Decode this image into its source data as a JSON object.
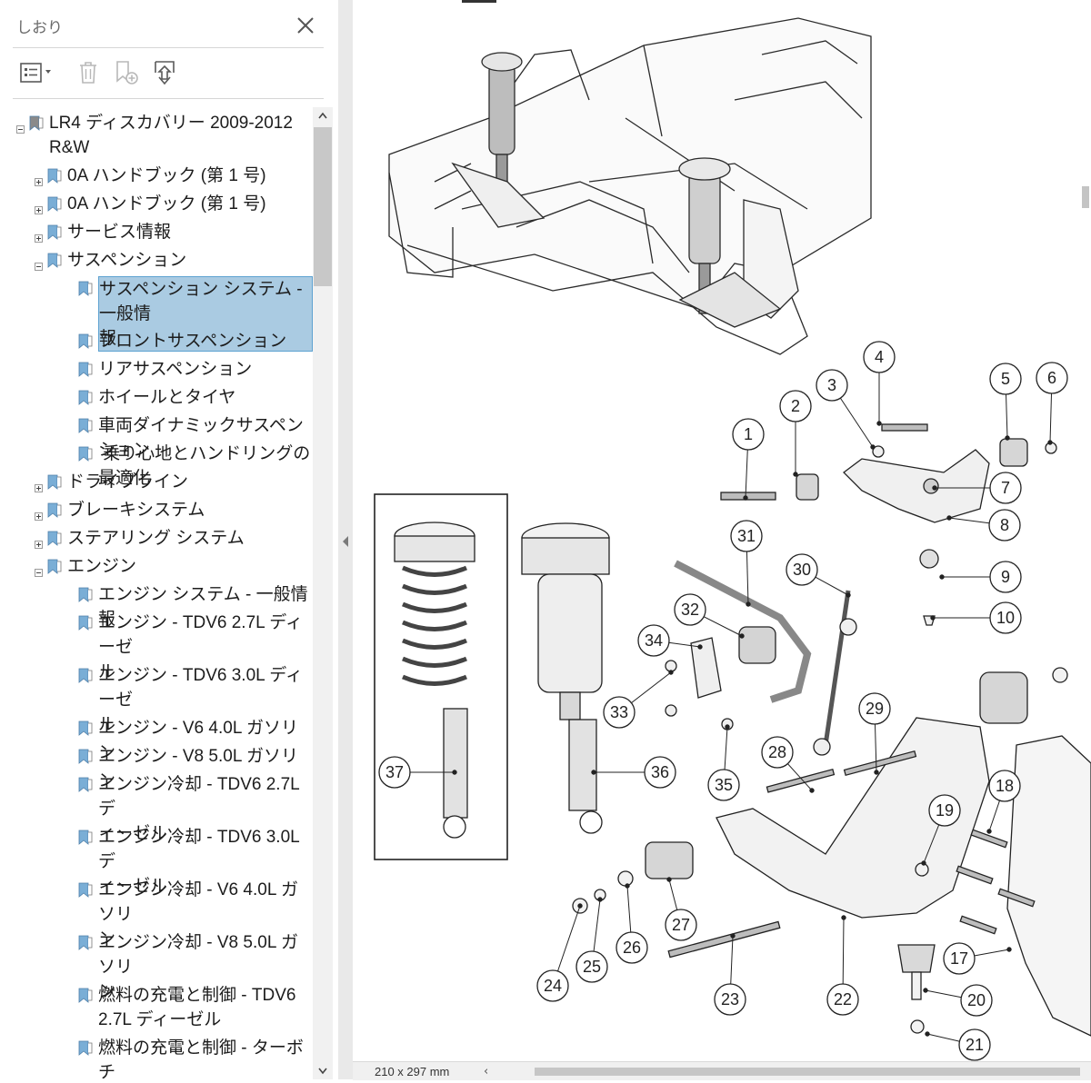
{
  "sidebar": {
    "title": "しおり",
    "icons": {
      "close": "close-icon",
      "options": "list-options-icon",
      "delete": "trash-icon",
      "add_bookmark": "add-bookmark-icon",
      "find_bookmark": "find-current-bookmark-icon"
    },
    "items": [
      {
        "label": "LR4 ディスカバリー 2009-2012\nR&W",
        "level": 0,
        "expander": "minus",
        "icon": "bookmark-root-icon",
        "selected": false
      },
      {
        "label": "0A ハンドブック (第 1 号)",
        "level": 1,
        "expander": "plus",
        "icon": "bookmark-icon",
        "selected": false
      },
      {
        "label": "0A ハンドブック (第 1 号)",
        "level": 1,
        "expander": "plus",
        "icon": "bookmark-icon",
        "selected": false
      },
      {
        "label": "サービス情報",
        "level": 1,
        "expander": "plus",
        "icon": "bookmark-icon",
        "selected": false
      },
      {
        "label": "サスペンション",
        "level": 1,
        "expander": "minus",
        "icon": "bookmark-icon",
        "selected": false
      },
      {
        "label": "サスペンション システム - 一般情\n報",
        "level": 2,
        "expander": "none",
        "icon": "bookmark-icon",
        "selected": true
      },
      {
        "label": "フロントサスペンション",
        "level": 2,
        "expander": "none",
        "icon": "bookmark-icon",
        "selected": false
      },
      {
        "label": "リアサスペンション",
        "level": 2,
        "expander": "none",
        "icon": "bookmark-icon",
        "selected": false
      },
      {
        "label": "ホイールとタイヤ",
        "level": 2,
        "expander": "none",
        "icon": "bookmark-icon",
        "selected": false
      },
      {
        "label": "車両ダイナミックサスペンション",
        "level": 2,
        "expander": "none",
        "icon": "bookmark-icon",
        "selected": false
      },
      {
        "label": " 乗り心地とハンドリングの最適化",
        "level": 2,
        "expander": "none",
        "icon": "bookmark-icon",
        "selected": false
      },
      {
        "label": "ドライブライン",
        "level": 1,
        "expander": "plus",
        "icon": "bookmark-icon",
        "selected": false
      },
      {
        "label": "ブレーキシステム",
        "level": 1,
        "expander": "plus",
        "icon": "bookmark-icon",
        "selected": false
      },
      {
        "label": "ステアリング システム",
        "level": 1,
        "expander": "plus",
        "icon": "bookmark-icon",
        "selected": false
      },
      {
        "label": "エンジン",
        "level": 1,
        "expander": "minus",
        "icon": "bookmark-icon",
        "selected": false
      },
      {
        "label": "エンジン システム - 一般情報",
        "level": 2,
        "expander": "none",
        "icon": "bookmark-icon",
        "selected": false
      },
      {
        "label": "エンジン - TDV6 2.7L ディーゼ\nル",
        "level": 2,
        "expander": "none",
        "icon": "bookmark-icon",
        "selected": false
      },
      {
        "label": "エンジン - TDV6 3.0L ディーゼ\nル",
        "level": 2,
        "expander": "none",
        "icon": "bookmark-icon",
        "selected": false
      },
      {
        "label": "エンジン - V6 4.0L ガソリン",
        "level": 2,
        "expander": "none",
        "icon": "bookmark-icon",
        "selected": false
      },
      {
        "label": "エンジン - V8 5.0L ガソリン",
        "level": 2,
        "expander": "none",
        "icon": "bookmark-icon",
        "selected": false
      },
      {
        "label": "エンジン冷却 - TDV6 2.7L デ\nィーゼル",
        "level": 2,
        "expander": "none",
        "icon": "bookmark-icon",
        "selected": false
      },
      {
        "label": "エンジン冷却 - TDV6 3.0L デ\nィーゼル",
        "level": 2,
        "expander": "none",
        "icon": "bookmark-icon",
        "selected": false
      },
      {
        "label": "エンジン冷却 - V6 4.0L ガソリ\nン",
        "level": 2,
        "expander": "none",
        "icon": "bookmark-icon",
        "selected": false
      },
      {
        "label": "エンジン冷却 - V8 5.0L ガソリ\nン",
        "level": 2,
        "expander": "none",
        "icon": "bookmark-icon",
        "selected": false
      },
      {
        "label": "燃料の充電と制御 - TDV6\n2.7L ディーゼル",
        "level": 2,
        "expander": "none",
        "icon": "bookmark-icon",
        "selected": false
      },
      {
        "label": "燃料の充電と制御 - ターボチ",
        "level": 2,
        "expander": "none",
        "icon": "bookmark-icon",
        "selected": false
      }
    ]
  },
  "document": {
    "page_size": "210 x 297 mm",
    "callouts": [
      "1",
      "2",
      "3",
      "4",
      "5",
      "6",
      "7",
      "8",
      "9",
      "10",
      "17",
      "18",
      "19",
      "20",
      "21",
      "22",
      "23",
      "24",
      "25",
      "26",
      "27",
      "28",
      "29",
      "30",
      "31",
      "32",
      "33",
      "34",
      "35",
      "36",
      "37"
    ]
  },
  "colors": {
    "selection_bg": "#aacbe2",
    "selection_border": "#5ea2d1",
    "bookmark_icon": "#7aaed6"
  }
}
